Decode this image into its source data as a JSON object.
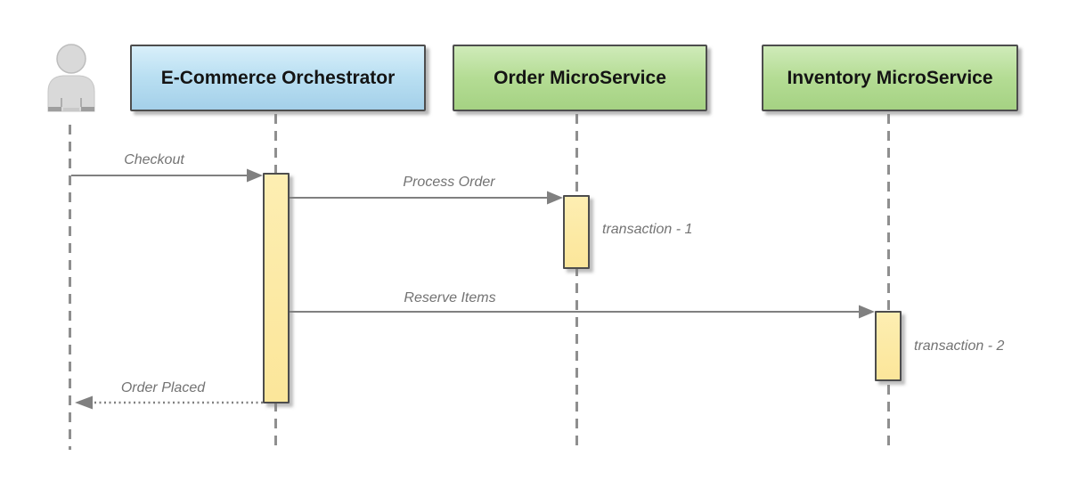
{
  "diagram_type": "uml-sequence-diagram",
  "actor": {
    "icon": "person-icon",
    "label": ""
  },
  "participants": [
    {
      "id": "ecommerce-orchestrator",
      "label": "E-Commerce Orchestrator",
      "fill": "blue",
      "fill_top": "#d8effa",
      "fill_bottom": "#a4d0e9"
    },
    {
      "id": "order-microservice",
      "label": "Order MicroService",
      "fill": "green",
      "fill_top": "#cfebb9",
      "fill_bottom": "#a5d283"
    },
    {
      "id": "inventory-microservice",
      "label": "Inventory MicroService",
      "fill": "green",
      "fill_top": "#cfebb9",
      "fill_bottom": "#a5d283"
    }
  ],
  "messages": [
    {
      "label": "Checkout",
      "from": "actor",
      "to": "ecommerce-orchestrator",
      "line": "solid"
    },
    {
      "label": "Process Order",
      "from": "ecommerce-orchestrator",
      "to": "order-microservice",
      "line": "solid"
    },
    {
      "label": "Reserve Items",
      "from": "ecommerce-orchestrator",
      "to": "inventory-microservice",
      "line": "solid"
    },
    {
      "label": "Order Placed",
      "from": "ecommerce-orchestrator",
      "to": "actor",
      "line": "dotted"
    }
  ],
  "activations": [
    {
      "on": "ecommerce-orchestrator",
      "label": ""
    },
    {
      "on": "order-microservice",
      "label": "transaction - 1"
    },
    {
      "on": "inventory-microservice",
      "label": "transaction - 2"
    }
  ],
  "colors": {
    "participant_border": "#4d4d4d",
    "activation_fill": "#fce9a3",
    "arrow": "#808080",
    "lifeline": "#8f8f8f",
    "message_text": "#737373",
    "actor_fill": "#d9d9d9"
  }
}
